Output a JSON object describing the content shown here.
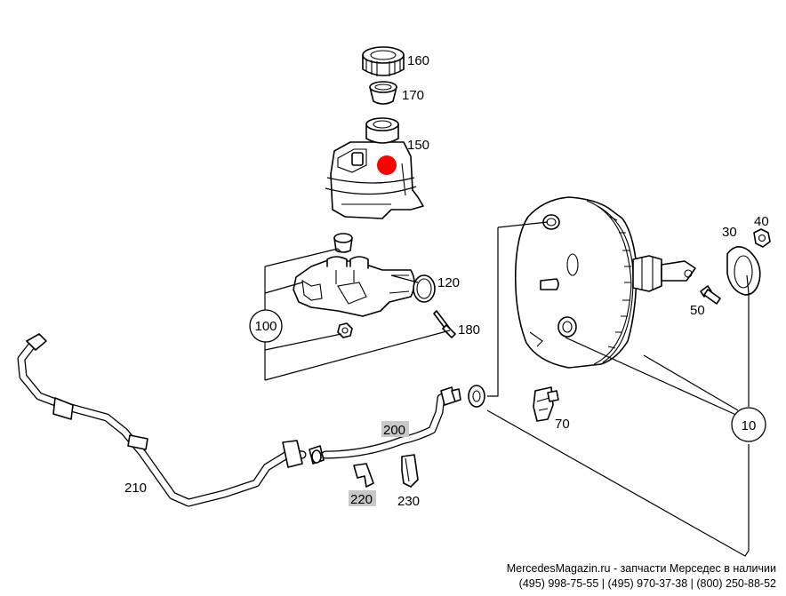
{
  "parts": {
    "p160": "160",
    "p170": "170",
    "p150": "150",
    "p120": "120",
    "p100": "100",
    "p180": "180",
    "p30": "30",
    "p40": "40",
    "p50": "50",
    "p10": "10",
    "p70": "70",
    "p200": "200",
    "p210": "210",
    "p220": "220",
    "p230": "230"
  },
  "highlighted_parts": [
    "200",
    "220"
  ],
  "colors": {
    "highlight_box": "#c8c8c8",
    "marker": "#ff0000",
    "line": "#000000"
  },
  "watermark": {
    "line1": "MercedesMagazin.ru - запчасти Мерседес в наличии",
    "line2": "(495) 998-75-55 |  (495) 970-37-38 |  (800) 250-88-52"
  }
}
